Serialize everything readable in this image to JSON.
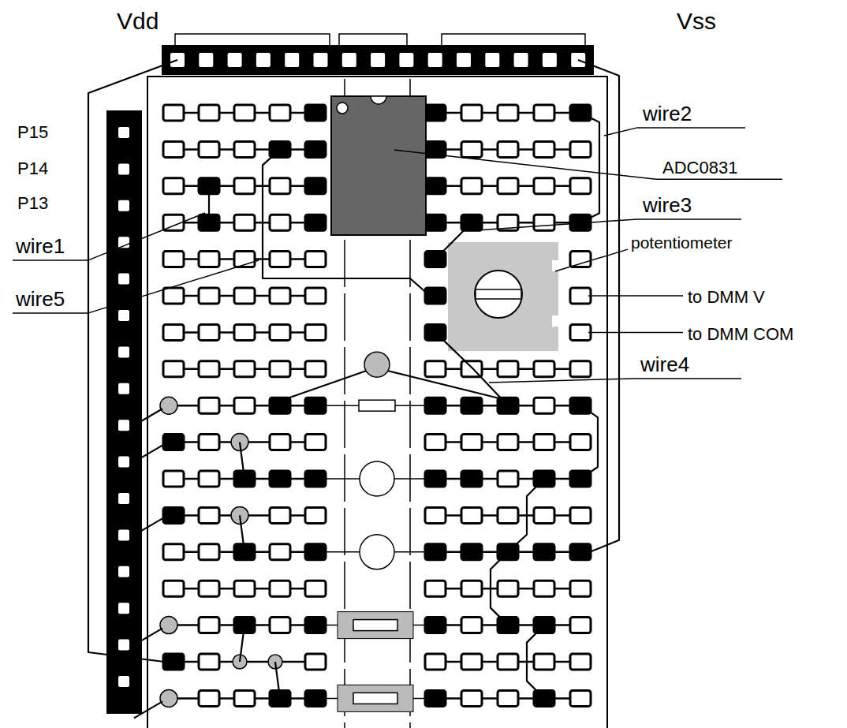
{
  "diagram": {
    "labels": [
      "Vdd",
      "Vss",
      "P15",
      "wire2",
      "P14",
      "ADC0831",
      "P13",
      "wire3",
      "potentiometer",
      "wire1",
      "wire5",
      "to DMM V",
      "to DMM COM",
      "wire4"
    ]
  }
}
